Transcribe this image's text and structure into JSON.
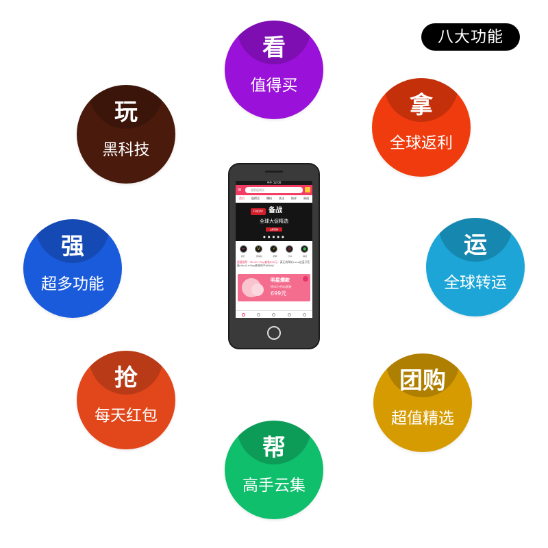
{
  "badge": "八大功能",
  "colors": {
    "kan": "#9a11d9",
    "na": "#ef3b0d",
    "yun": "#1ca5d6",
    "tuangou": "#d59b00",
    "bang": "#0fbf6c",
    "qiang": "#e2471b",
    "qiangfn": "#1a5bdc",
    "wan": "#4a1a0d"
  },
  "features": [
    {
      "key": "kan",
      "big": "看",
      "small": "值得买",
      "icon": "eye"
    },
    {
      "key": "na",
      "big": "拿",
      "small": "全球返利",
      "icon": "hand"
    },
    {
      "key": "yun",
      "big": "运",
      "small": "全球转运",
      "icon": "ship"
    },
    {
      "key": "tuangou",
      "big": "团购",
      "small": "超值精选",
      "icon": "group"
    },
    {
      "key": "bang",
      "big": "帮",
      "small": "高手云集",
      "icon": "help"
    },
    {
      "key": "qiang",
      "big": "抢",
      "small": "每天红包",
      "icon": "redpacket"
    },
    {
      "key": "qiangfn",
      "big": "强",
      "small": "超多功能",
      "icon": "power"
    },
    {
      "key": "wan",
      "big": "玩",
      "small": "黑科技",
      "icon": "tech"
    }
  ],
  "phone": {
    "status": "中午 12:00",
    "search_placeholder": "搜索值得买",
    "tabs": [
      "首页",
      "值得买",
      "爆料",
      "关注",
      "快评",
      "原创"
    ],
    "banner": {
      "logo": "FRIDAY",
      "title": "备战",
      "subtitle": "全球大促精选",
      "button": "立即查看",
      "dots": "● ● ● ● ●"
    },
    "icons": [
      "V",
      "⚡",
      "◎",
      "●",
      "●"
    ],
    "icon_labels": [
      "排行",
      "值得买",
      "晒单",
      "分享",
      "精选"
    ],
    "news_highlight": "超值推荐：Mini2+Play套装699元",
    "news_rest": "：真无线耳机Luna连蓝牙音箱 Mini2+Play套装到手699元!",
    "promo": {
      "title": "明星爆款",
      "line": "Mini2+Play套装",
      "price": "699元"
    }
  }
}
